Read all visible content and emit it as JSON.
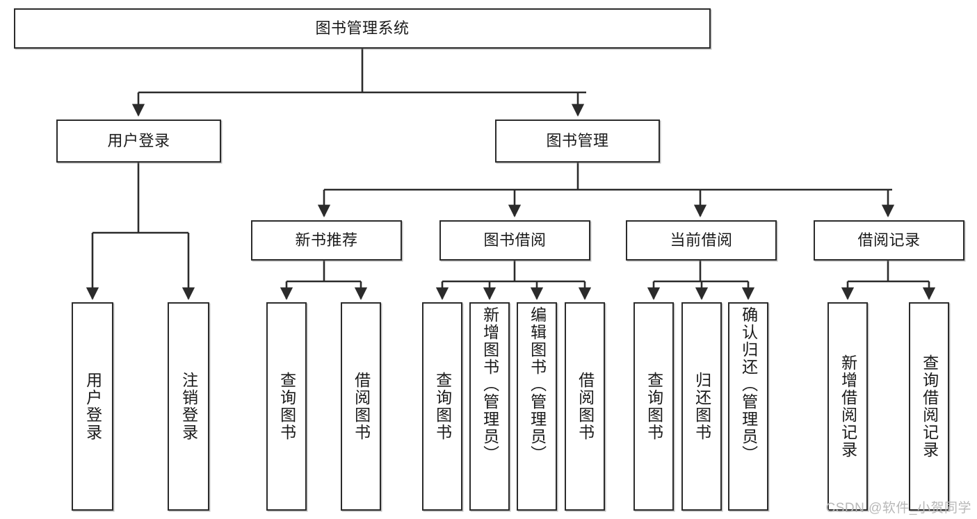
{
  "diagram": {
    "type": "tree",
    "title": "图书管理系统",
    "watermark": "CSDN @软件_小贺同学",
    "colors": {
      "box_border": "#2b2b2b",
      "box_fill": "#ffffff",
      "connector": "#2b2b2b",
      "text": "#1a1a1a",
      "watermark": "#b8b8b8"
    },
    "nodes": {
      "root": {
        "label": "图书管理系统"
      },
      "level2": [
        {
          "id": "user-login",
          "label": "用户登录"
        },
        {
          "id": "book-manage",
          "label": "图书管理"
        }
      ],
      "level3": [
        {
          "id": "new-book-recommend",
          "label": "新书推荐"
        },
        {
          "id": "book-borrow",
          "label": "图书借阅"
        },
        {
          "id": "current-borrow",
          "label": "当前借阅"
        },
        {
          "id": "borrow-record",
          "label": "借阅记录"
        }
      ],
      "leaves": {
        "user-login": [
          {
            "id": "leaf-user-login",
            "label": "用户登录"
          },
          {
            "id": "leaf-logout",
            "label": "注销登录"
          }
        ],
        "new-book-recommend": [
          {
            "id": "leaf-query-book-1",
            "label": "查询图书"
          },
          {
            "id": "leaf-borrow-book-1",
            "label": "借阅图书"
          }
        ],
        "book-borrow": [
          {
            "id": "leaf-query-book-2",
            "label": "查询图书"
          },
          {
            "id": "leaf-add-book",
            "label": "新增图书（管理员）"
          },
          {
            "id": "leaf-edit-book",
            "label": "编辑图书（管理员）"
          },
          {
            "id": "leaf-borrow-book-2",
            "label": "借阅图书"
          }
        ],
        "current-borrow": [
          {
            "id": "leaf-query-book-3",
            "label": "查询图书"
          },
          {
            "id": "leaf-return-book",
            "label": "归还图书"
          },
          {
            "id": "leaf-confirm-return",
            "label": "确认归还（管理员）"
          }
        ],
        "borrow-record": [
          {
            "id": "leaf-add-record",
            "label": "新增借阅记录"
          },
          {
            "id": "leaf-query-record",
            "label": "查询借阅记录"
          }
        ]
      }
    }
  }
}
